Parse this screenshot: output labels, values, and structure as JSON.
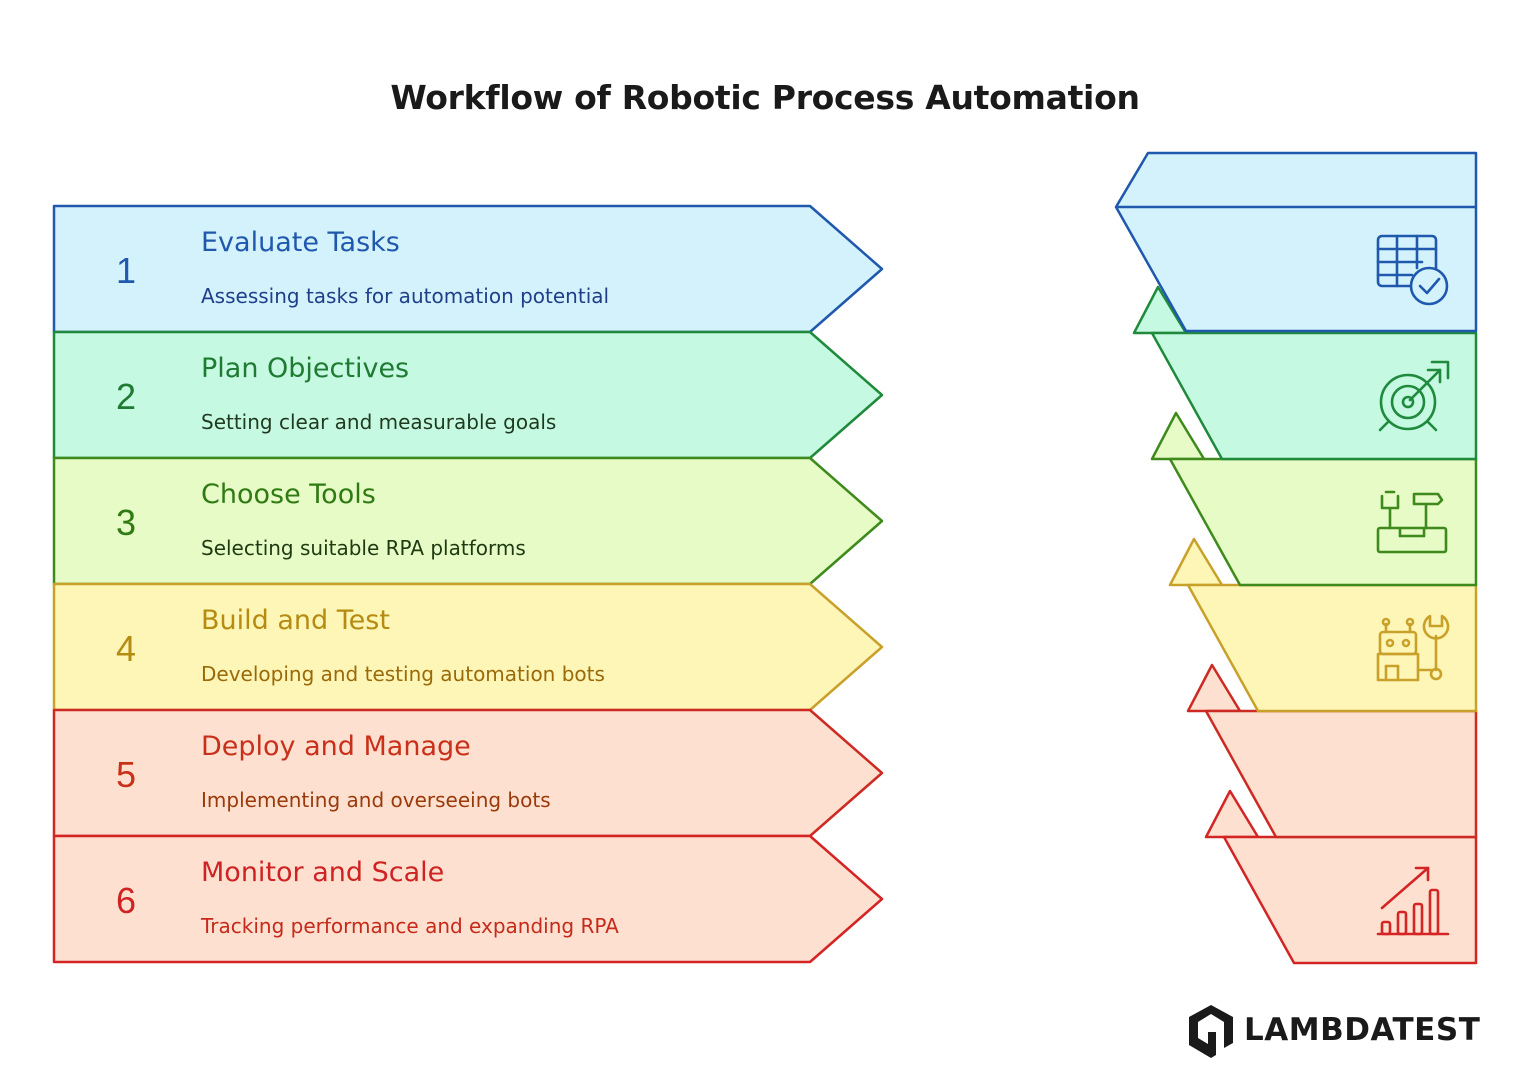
{
  "title": "Workflow of Robotic Process Automation",
  "steps": [
    {
      "number": "1",
      "title": "Evaluate Tasks",
      "description": "Assessing tasks for automation potential",
      "icon": "spreadsheet-check-icon",
      "fill": "#d3f2fb",
      "stroke": "#1f58ad",
      "text": "#1f58ad"
    },
    {
      "number": "2",
      "title": "Plan Objectives",
      "description": "Setting clear and measurable goals",
      "icon": "target-arrow-icon",
      "fill": "#c6f9e2",
      "stroke": "#1f8a3c",
      "text": "#1f7a32"
    },
    {
      "number": "3",
      "title": "Choose Tools",
      "description": "Selecting suitable RPA platforms",
      "icon": "toolbox-icon",
      "fill": "#e6fbc5",
      "stroke": "#3f8a1c",
      "text": "#2f7a12"
    },
    {
      "number": "4",
      "title": "Build and Test",
      "description": "Developing and testing automation bots",
      "icon": "robot-wrench-icon",
      "fill": "#fdf6b6",
      "stroke": "#c9a12a",
      "text": "#b58b12"
    },
    {
      "number": "5",
      "title": "Deploy and Manage",
      "description": "Implementing and overseeing bots",
      "icon": "",
      "fill": "#fde0d0",
      "stroke": "#cc2a22",
      "text": "#c9301a"
    },
    {
      "number": "6",
      "title": "Monitor and Scale",
      "description": "Tracking performance and expanding RPA",
      "icon": "growth-chart-icon",
      "fill": "#fde0d0",
      "stroke": "#d42424",
      "text": "#cf2222"
    }
  ],
  "brand": {
    "name": "LAMBDATEST",
    "logo_icon": "lambdatest-logo-icon"
  }
}
